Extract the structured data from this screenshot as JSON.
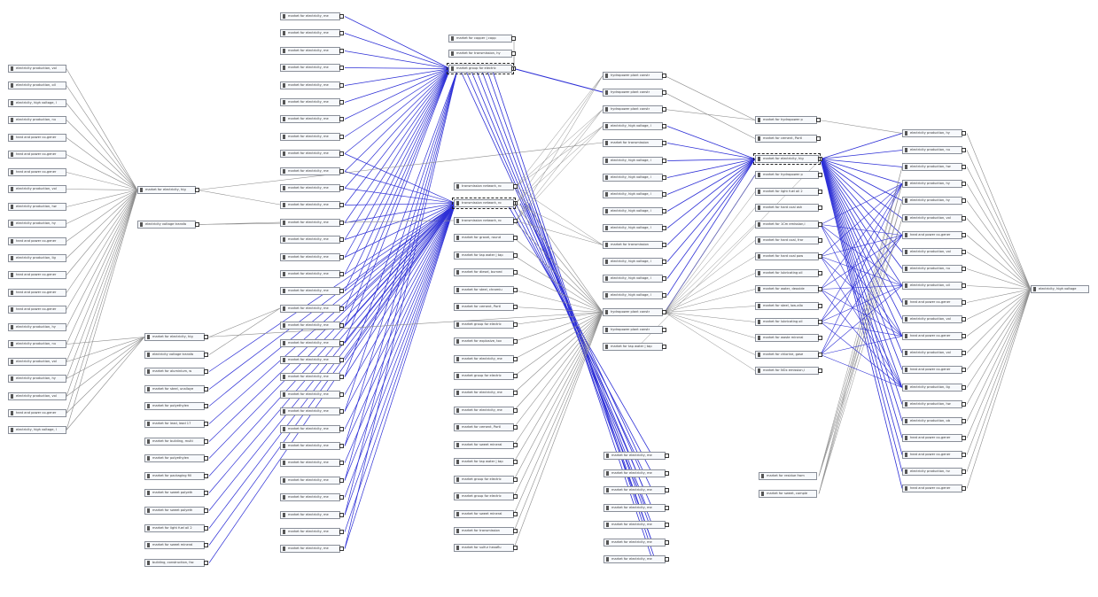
{
  "columns": {
    "col1": [
      "electricity production, vol",
      "electricity production, oil",
      "electricity, high voltage, l",
      "electricity production, nu",
      "heat and power co-gener",
      "heat and power co-gener",
      "heat and power co-gener",
      "electricity production, vol",
      "electricity production, hw",
      "electricity production, hy",
      "heat and power co-gener",
      "electricity production, lig",
      "heat and power co-gener",
      "heat and power co-gener",
      "heat and power co-gener",
      "electricity production, hy",
      "electricity production, nu",
      "electricity production, vol",
      "electricity production, hy",
      "electricity production, vol",
      "heat and power co-gener",
      "electricity, high voltage, l"
    ],
    "col2a": [
      "market for electricity, hig",
      "electricity voltage transfo"
    ],
    "col2b": [
      "market for electricity, hig",
      "electricity voltage transfo",
      "market for aluminium, w",
      "market for steel, unalloye",
      "market for polyethylen",
      "market for lead, lead 17",
      "market for building, multi",
      "market for polyethylen",
      "market for packaging fill",
      "market for sweet polyeth",
      "market for sweet polyeth",
      "market for light fuel oil 2",
      "market for sweet mineral",
      "building, construction, fac"
    ],
    "col3": [
      "market for electricity, me",
      "market for electricity, me",
      "market for electricity, me",
      "market for electricity, me",
      "market for electricity, me",
      "market for electricity, me",
      "market for electricity, me",
      "market for electricity, me",
      "market for electricity, me",
      "market for electricity, me",
      "market for electricity, me",
      "market for electricity, me",
      "market for electricity, me",
      "market for electricity, me",
      "market for electricity, me",
      "market for electricity, me",
      "market for electricity, me",
      "market for electricity, me",
      "market for electricity, me",
      "market for electricity, me",
      "market for electricity, me",
      "market for electricity, me",
      "market for electricity, me",
      "market for electricity, me",
      "market for electricity, me",
      "market for electricity, me",
      "market for electricity, me",
      "market for electricity, me",
      "market for electricity, me",
      "market for electricity, me",
      "market for electricity, me",
      "market for electricity, me"
    ],
    "col4a": [
      "market for copper | copp",
      "market for transmission, hy",
      "market group for electric"
    ],
    "col4b": [
      "transmission network, ro",
      "transmission network, ro",
      "transmission network, ro",
      "market for gravel, round",
      "market for tap water | tap",
      "market for diesel, burned",
      "market for steel, chromiu",
      "market for cement, Portl",
      "market group for electric",
      "market for explosive, tov",
      "market for electricity, me",
      "market group for electric",
      "market for electricity, me",
      "market for electricity, me",
      "market for cement, Portl",
      "market for sweet mineral",
      "market for tap water | tap",
      "market group for electric",
      "market group for electric",
      "market for sweet mineral",
      "market for transmission",
      "market for sulfur hexaflu"
    ],
    "col5a": [
      "hydropower plant constr",
      "hydropower plant constr",
      "hydropower plant constr",
      "electricity, high voltage, l",
      "market for transmission",
      "electricity, high voltage, l",
      "electricity, high voltage, l",
      "electricity, high voltage, l",
      "electricity, high voltage, l",
      "electricity, high voltage, l",
      "market for transmission",
      "electricity, high voltage, l",
      "electricity, high voltage, l",
      "electricity, high voltage, l",
      "hydropower plant constr",
      "hydropower plant constr",
      "market for tap water | tap"
    ],
    "col5b": [
      "market for electricity, me",
      "market for electricity, me",
      "market for electricity, me",
      "market for electricity, me",
      "market for electricity, me",
      "market for electricity, me",
      "market for electricity, me"
    ],
    "col6a": [
      "market for hydropower p",
      "market for cement, Portl"
    ],
    "col6b": [
      "market for electricity, hig",
      "market for hydropower p",
      "market for light fuel oil 2",
      "market for hard coal ash",
      "market for 1Cm emission,l",
      "market for hard coal, frar",
      "market for hard coal pow",
      "market for lubricating oil",
      "market for water, deoxide",
      "market for steel, low-allo",
      "market for lubricating oil",
      "market for waste mineral",
      "market for chlorine, gase",
      "market for NOx emission,l"
    ],
    "col6c": [
      "market for residue from",
      "market for sweet, comple"
    ],
    "col7": [
      "electricity production, hy",
      "electricity production, nu",
      "electricity production, hw",
      "electricity production, hy",
      "electricity production, hy",
      "electricity production, vol",
      "heat and power co-gener",
      "electricity production, vol",
      "electricity production, nu",
      "electricity production, oil",
      "heat and power co-gener",
      "electricity production, vol",
      "heat and power co-gener",
      "electricity production, vol",
      "heat and power co-gener",
      "electricity production, lig",
      "electricity production, hw",
      "electricity production, ob",
      "heat and power co-gener",
      "heat and power co-gener",
      "electricity production, hv",
      "heat and power co-gener"
    ],
    "col8": [
      "electricity, high voltage"
    ]
  },
  "colors": {
    "background": "#ffffff",
    "node_fill": "#f7f9fc",
    "node_border": "#8a8f99",
    "blue_edge": "#2d2fd6",
    "gray_edge": "#8c8c8c"
  }
}
